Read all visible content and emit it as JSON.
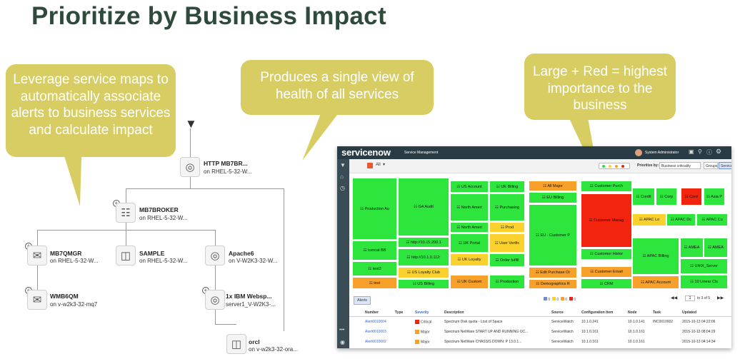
{
  "page": {
    "title": "Prioritize by Business Impact"
  },
  "callouts": [
    {
      "text": "Leverage service maps to automatically associate alerts to business services and calculate impact"
    },
    {
      "text": "Produces a single view of health of all services"
    },
    {
      "text": "Large + Red = highest importance to the business"
    }
  ],
  "map": {
    "nodes": [
      {
        "name": "HTTP MB7BR...",
        "host": "on RHEL-5-32-W..."
      },
      {
        "name": "MB7BROKER",
        "host": "on RHEL-5-32-W..."
      },
      {
        "name": "MB7QMGR",
        "host": "on RHEL-5-32-W..."
      },
      {
        "name": "SAMPLE",
        "host": "on RHEL-5-32-W..."
      },
      {
        "name": "Apache6",
        "host": "on V-W2K3-32-W..."
      },
      {
        "name": "WMB6QM",
        "host": "on v-w2k3-32-mq7"
      },
      {
        "name": "1x IBM Websp...",
        "host": "server1_V-W2K3-..."
      },
      {
        "name": "orcl",
        "host": "on v-w2k3-32-ora..."
      }
    ]
  },
  "app": {
    "brand": "servicenow",
    "module": "Service Management",
    "user": "System Administrator",
    "filter": "All",
    "prioritize_label": "Prioritize by:",
    "prioritize_value": "Business criticality",
    "groups_btn": "Groups",
    "services_btn": "Services",
    "tiles": [
      "Production Au",
      "GA Audit",
      "US Account",
      "UK Billing",
      "All Major",
      "Customer Purch",
      "Credit",
      "Corp",
      "Core",
      "Asia P",
      "North Ameri",
      "Purchasing",
      "EU Billing",
      "North Ameri",
      "Prod",
      "Customer Manag",
      "APAC Lo",
      "APAC Dc",
      "APAC Cu",
      "EU - Customer P",
      "http://10.15.200.1",
      "UK Portal",
      "User Verific",
      "tomcat BB",
      "Customer Histor",
      "AMEA",
      "AMEA",
      "http://10.1.0.112:",
      "APAC Billing",
      "UK Loyalty",
      "Order fulfill",
      "test2",
      "US Loyalty Club",
      "Edit Purchase Or",
      "Customer Email",
      "UNIX_Server",
      "test",
      "US Billing",
      "UK Custom",
      "Production",
      "Demographics R",
      "CRM",
      "APAC Account",
      "10 Linear Cls"
    ],
    "alerts_tab": "Alerts",
    "legend_counts": [
      "0",
      "0",
      "0",
      "0"
    ],
    "pager": "1",
    "pager_of": "to 3 of 5",
    "columns": [
      "Number",
      "Type",
      "Severity",
      "Description",
      "Source",
      "Configuration Item",
      "Node",
      "Task",
      "Updated"
    ],
    "rows": [
      {
        "number": "Alert0010004",
        "severity": "Critical",
        "desc": "Spectrum Disk quota - Lost of Space",
        "source": "ServiceWatch",
        "ci": "10.1.0.241",
        "node": "10.1.0.141",
        "task": "INC0010002",
        "updated": "2015-10-13 04:22:06"
      },
      {
        "number": "Alert0010003",
        "severity": "Major",
        "desc": "Spectrum NetWare START UP AND RUNNING OC...",
        "source": "ServiceWatch",
        "ci": "10.1.0.161",
        "node": "10.1.0.161",
        "task": "",
        "updated": "2015-10-13 08:04:29"
      },
      {
        "number": "Alert0010002",
        "severity": "Major",
        "desc": "Spectrum NetWare CHASSIS DOWN: P 13.0.1...",
        "source": "ServiceWatch",
        "ci": "10.1.0.161",
        "node": "10.1.0.161",
        "task": "",
        "updated": "2015-10-13 04:14:34"
      }
    ]
  },
  "colors": {
    "title": "#2e4a3c",
    "callout": "#d7cd63",
    "green": "#2ee53e",
    "yellow": "#fbd22d",
    "orange": "#f7a02a",
    "red": "#f2240e",
    "topbar": "#293c46"
  }
}
